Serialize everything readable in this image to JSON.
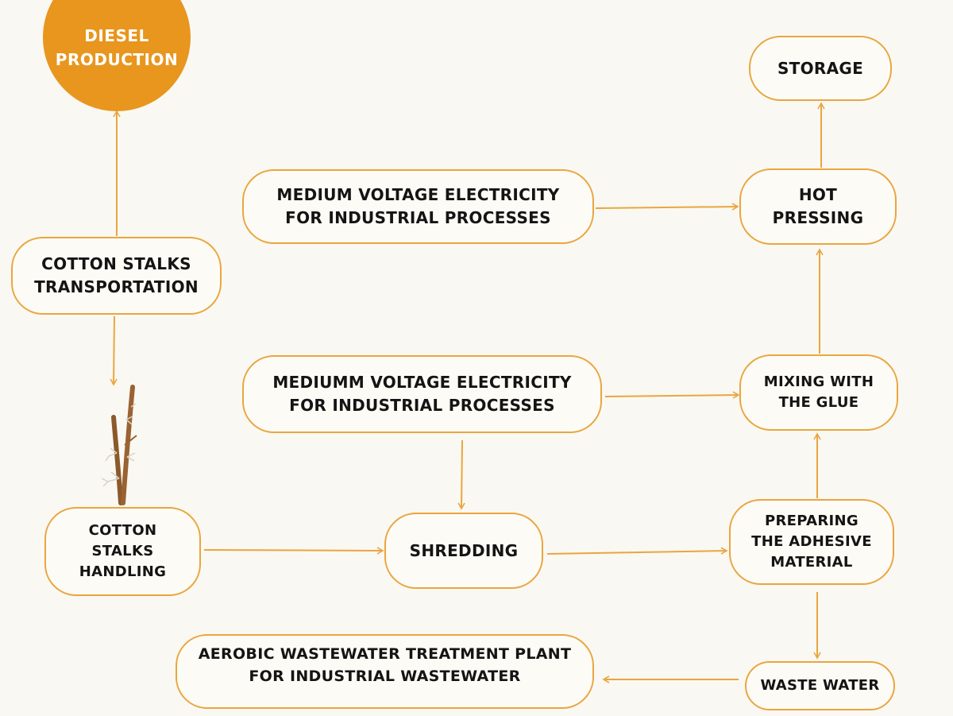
{
  "diesel": "DIESEL\nPRODUCTION",
  "nodes": {
    "storage": "STORAGE",
    "hot_pressing": "HOT\nPRESSING",
    "medium_voltage_top": "MEDIUM VOLTAGE ELECTRICITY\nFOR INDUSTRIAL PROCESSES",
    "transportation": "COTTON STALKS\nTRANSPORTATION",
    "mediumm_voltage": "MEDIUMM VOLTAGE ELECTRICITY\nFOR INDUSTRIAL PROCESSES",
    "mixing_glue": "MIXING WITH\nTHE GLUE",
    "handling": "COTTON\nSTALKS\nHANDLING",
    "shredding": "SHREDDING",
    "preparing_adhesive": "PREPARING\nTHE ADHESIVE\nMATERIAL",
    "aerobic_plant": "AEROBIC WASTEWATER TREATMENT PLANT\nFOR INDUSTRIAL WASTEWATER",
    "waste_water": "WASTE WATER"
  },
  "colors": {
    "accent": "#e9a640",
    "circle_fill": "#e8961e",
    "background": "#faf8f2",
    "stalk": "#8b5a2b"
  },
  "icons": {
    "stalk_illustration": "cotton-stalk-icon"
  }
}
